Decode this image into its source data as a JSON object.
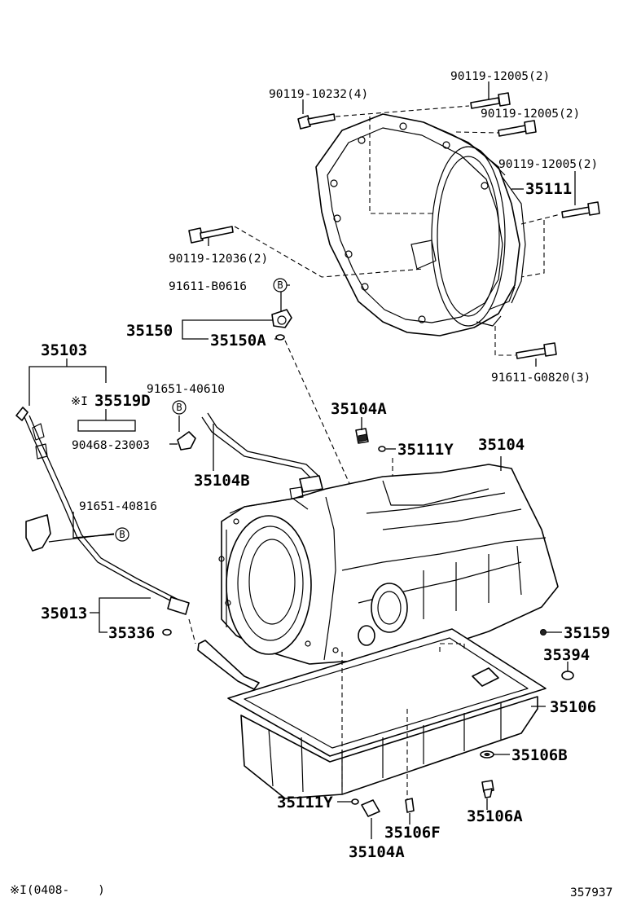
{
  "labels": {
    "p90119_12005_a": "90119-12005(2)",
    "p90119_10232": "90119-10232(4)",
    "p90119_12005_b": "90119-12005(2)",
    "p90119_12005_c": "90119-12005(2)",
    "p35111": "35111",
    "p90119_12036": "90119-12036(2)",
    "p91611_B0616": "91611-B0616",
    "p35150": "35150",
    "p35150A": "35150A",
    "p91611_G0820": "91611-G0820(3)",
    "p35103": "35103",
    "p91651_40610": "91651-40610",
    "note_marker": "※I",
    "p35519D": "35519D",
    "p35104A_top": "35104A",
    "p90468_23003": "90468-23003",
    "p35111Y_top": "35111Y",
    "p35104": "35104",
    "p35104B": "35104B",
    "p91651_40816": "91651-40816",
    "p35013": "35013",
    "p35336": "35336",
    "p35159": "35159",
    "p35394": "35394",
    "p35106": "35106",
    "p35106B": "35106B",
    "p35111Y_bot": "35111Y",
    "p35106A": "35106A",
    "p35106F": "35106F",
    "p35104A_bot": "35104A",
    "footnote": "※I(0408-    )",
    "diagram_id": "357937"
  },
  "markers": {
    "b": "B"
  }
}
